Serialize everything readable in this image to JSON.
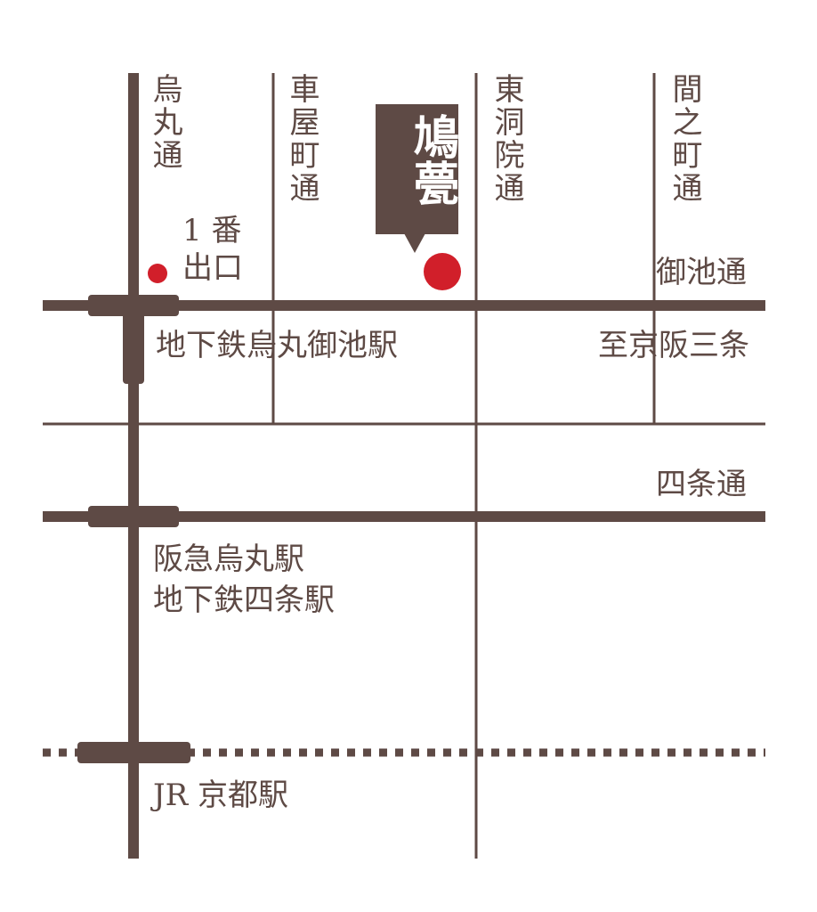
{
  "colors": {
    "road": "#5e4a45",
    "marker": "#d11f2a",
    "background": "#ffffff"
  },
  "streets": {
    "karasuma": "烏丸通",
    "kurumayamachi": "車屋町通",
    "higashinotoin": "東洞院通",
    "ainomachi": "間之町通",
    "oike": "御池通",
    "shijo": "四条通"
  },
  "exit_label": "1 番\n出口",
  "stations": {
    "oike": "地下鉄烏丸御池駅",
    "keihan": "至京阪三条",
    "shijo_line1": "阪急烏丸駅",
    "shijo_line2": "地下鉄四条駅",
    "jr": "JR 京都駅"
  },
  "shop_logo": "鳩甍",
  "icons": {
    "shop_marker": "location-dot-icon",
    "exit_marker": "exit-dot-icon"
  }
}
